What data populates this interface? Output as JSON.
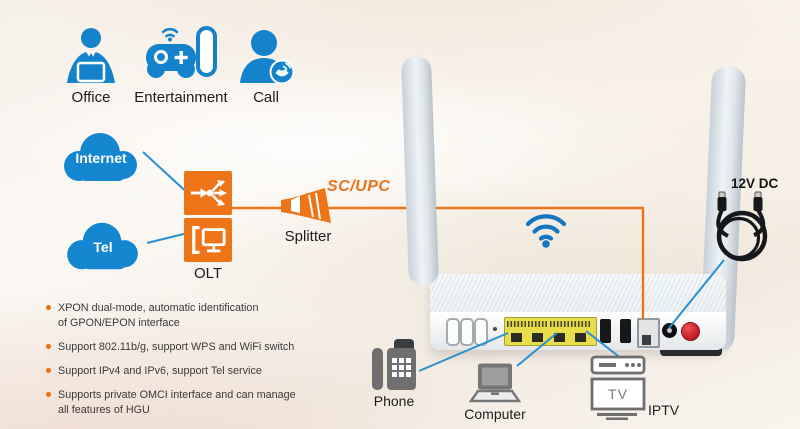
{
  "palette": {
    "blue": "#1583cc",
    "line_blue": "#2a8fd2",
    "orange": "#ee7418",
    "port_yellow": "#e8dd4b",
    "power_red": "#c01d23",
    "icon_gray": "#6f6f6f"
  },
  "services": [
    {
      "label": "Office"
    },
    {
      "label": "Entertainment"
    },
    {
      "label": "Call"
    }
  ],
  "network": {
    "internet_cloud": "Internet",
    "tel_cloud": "Tel",
    "olt": "OLT",
    "splitter": "Splitter",
    "fiber_connector": "SC/UPC",
    "power_adapter": "12V DC"
  },
  "devices": {
    "phone": "Phone",
    "computer": "Computer",
    "iptv": "IPTV",
    "tv_screen_text": "TV"
  },
  "features": [
    {
      "line1": "XPON dual-mode, automatic identification",
      "line2": "of GPON/EPON interface"
    },
    {
      "line1": "Support 802.11b/g, support WPS and WiFi switch"
    },
    {
      "line1": "Support IPv4 and IPv6, support Tel service"
    },
    {
      "line1": "Supports private OMCI interface and can manage",
      "line2": "all features of HGU"
    }
  ]
}
